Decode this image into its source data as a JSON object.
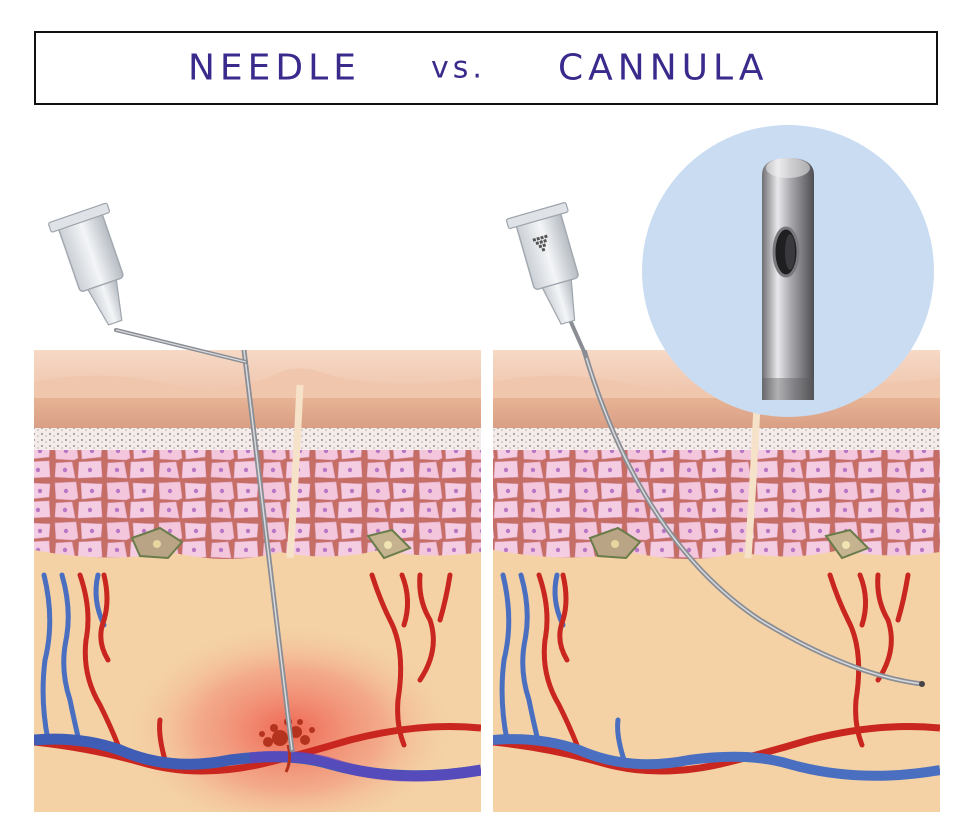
{
  "title": {
    "left": "NEEDLE",
    "middle": "vs.",
    "right": "CANNULA"
  },
  "panels": [
    {
      "depicts": "needle-injection",
      "effect": "vessel-puncture-bleeding"
    },
    {
      "depicts": "cannula-injection",
      "effect": "vessels-intact"
    }
  ],
  "inset": {
    "depicts": "blunt-cannula-tip-closeup"
  },
  "colors": {
    "title_text": "#3a2a8c",
    "skin_top": "#f2cdb4",
    "dermis_cells": "#f3c6dc",
    "subcutaneous": "#f4d2a6",
    "artery": "#c8261e",
    "vein": "#4a6fc0",
    "inset_bg": "#c9dcf2",
    "bleed_glow": "#f07a6a"
  }
}
